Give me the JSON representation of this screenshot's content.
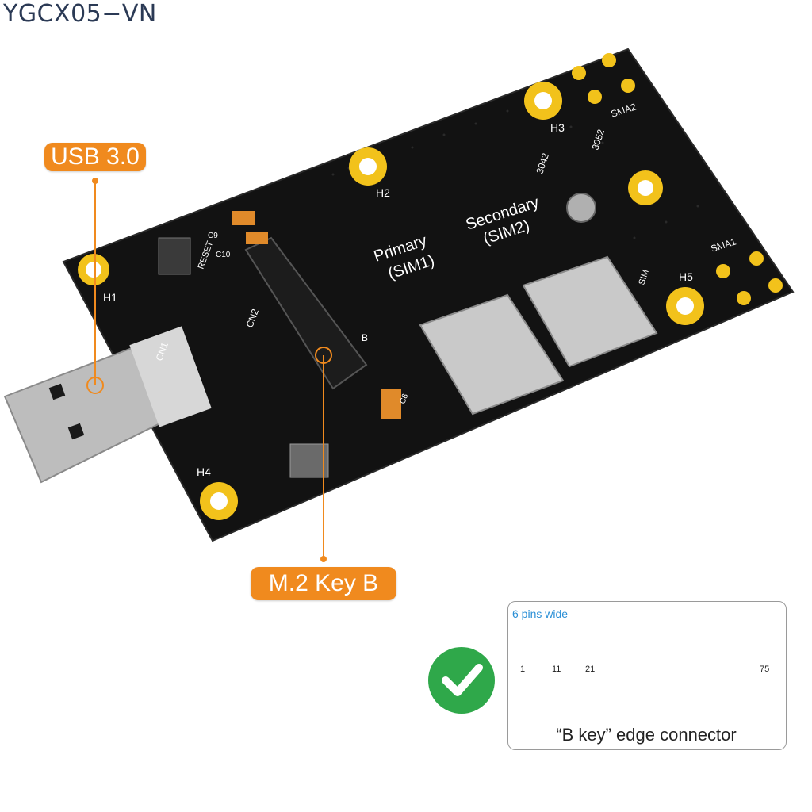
{
  "header": {
    "model_code": "YGCX05−VN"
  },
  "callouts": {
    "usb": "USB 3.0",
    "m2": "M.2 Key B"
  },
  "board_labels": {
    "primary": "Primary",
    "sim1": "(SIM1)",
    "secondary": "Secondary",
    "sim2": "(SIM2)",
    "sma1": "SMA1",
    "sma2": "SMA2",
    "h1": "H1",
    "h2": "H2",
    "h3": "H3",
    "h4": "H4",
    "h5": "H5",
    "cn1": "CN1",
    "cn2": "CN2",
    "reset": "RESET",
    "c9": "C9",
    "c10": "C10",
    "c8": "C8",
    "size_3042": "3042",
    "size_3052": "3052",
    "sim_mark": "SIM",
    "b_mark": "B"
  },
  "key_diagram": {
    "pins_note": "6 pins wide",
    "pin_1": "1",
    "pin_11": "11",
    "pin_21": "21",
    "pin_75": "75",
    "caption": "“B key” edge connector"
  },
  "colors": {
    "accent": "#f08a1e",
    "pcb": "#111111",
    "gold": "#f2c21b",
    "green_pcb": "#1f9a1f",
    "check": "#2fa84a"
  }
}
